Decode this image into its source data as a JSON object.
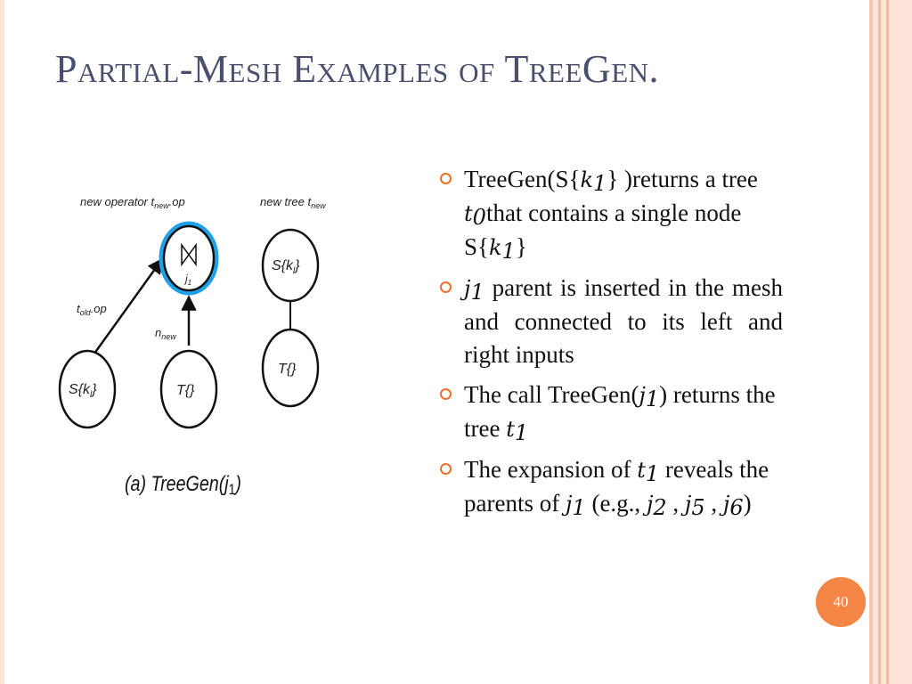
{
  "slide": {
    "title": "Partial-Mesh Examples of TreeGen.",
    "page_number": "40",
    "colors": {
      "title": "#4a4f6b",
      "bullet": "#e8702a",
      "accent": "#f48545",
      "highlight_node": "#1ea1e6"
    }
  },
  "figure": {
    "label_new_operator": "new operator t",
    "label_new_operator_sub": "new",
    "label_new_operator_tail": ".op",
    "label_new_tree": "new tree t",
    "label_new_tree_sub": "new",
    "label_t_old": "t",
    "label_t_old_sub": "old",
    "label_t_old_tail": ".op",
    "label_n_new": "n",
    "label_n_new_sub": "new",
    "node_join_label": "j",
    "node_join_sub": "1",
    "node_s_left": "S{k",
    "node_s_left_sub": "l",
    "node_s_left_tail": "}",
    "node_t_mid": "T{}",
    "node_s_right": "S{k",
    "node_s_right_sub": "l",
    "node_s_right_tail": "}",
    "node_t_right": "T{}",
    "caption": "(a) TreeGen(j",
    "caption_sub": "1",
    "caption_tail": ")"
  },
  "bullets": [
    {
      "p1": "TreeGen(S{",
      "m1": "k",
      "s1": "1",
      "p2": "} )returns a tree ",
      "m2": "t",
      "s2": "0",
      "p3": "that contains a single node S{",
      "m3": "k",
      "s3": "1",
      "p4": "}"
    },
    {
      "m1": "j",
      "s1": "1",
      "p1": " parent is inserted in the mesh and connected to its left and right inputs"
    },
    {
      "p1": "The call TreeGen(",
      "m1": "j",
      "s1": "1",
      "p2": ") returns the tree ",
      "m2": "t",
      "s2": "1"
    },
    {
      "p1": "The expansion of ",
      "m1": "t",
      "s1": "1",
      "p2": " reveals the parents of ",
      "m2": "j",
      "s2": "1",
      "p3": " (e.g., ",
      "m3": "j",
      "s3": "2",
      "p4": " , ",
      "m4": "j",
      "s4": "5",
      "p5": " , ",
      "m5": "j",
      "s5": "6",
      "p6": ")"
    }
  ]
}
